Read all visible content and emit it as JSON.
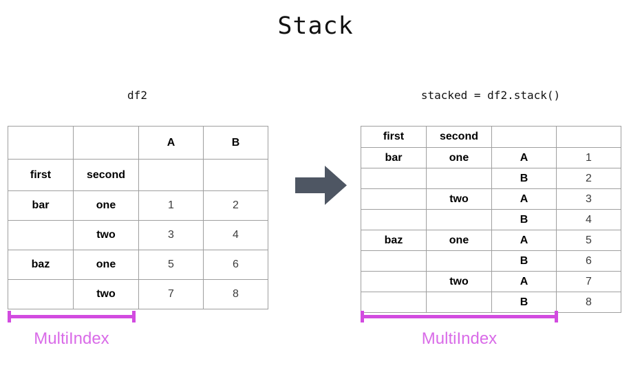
{
  "title": "Stack",
  "left_panel": {
    "caption": "df2",
    "multiindex_label": "MultiIndex"
  },
  "right_panel": {
    "caption": "stacked = df2.stack()",
    "multiindex_label": "MultiIndex"
  },
  "arrow": {
    "icon": "right-arrow-icon",
    "color": "#4e5663"
  },
  "colors": {
    "green": "#44c85a",
    "light_green": "#b6e8b0",
    "blue": "#42a0f5",
    "light_blue": "#b5dbfb",
    "gold": "#f5d000",
    "light_yellow": "#f8e68c",
    "bracket": "#d24be0",
    "multiindex_text": "#d96be8",
    "grid_line": "#9e9e9e"
  },
  "chart_data": {
    "type": "table",
    "title": "Stack",
    "tables": [
      {
        "name": "df2",
        "caption": "df2",
        "index_names": [
          "first",
          "second"
        ],
        "column_headers": [
          "A",
          "B"
        ],
        "rows": [
          {
            "first": "bar",
            "second": "one",
            "A": "1",
            "B": "2"
          },
          {
            "first": "",
            "second": "two",
            "A": "3",
            "B": "4"
          },
          {
            "first": "baz",
            "second": "one",
            "A": "5",
            "B": "6"
          },
          {
            "first": "",
            "second": "two",
            "A": "7",
            "B": "8"
          }
        ]
      },
      {
        "name": "stacked",
        "caption": "stacked = df2.stack()",
        "index_names": [
          "first",
          "second",
          "",
          ""
        ],
        "rows": [
          {
            "first": "bar",
            "second": "one",
            "level": "A",
            "value": "1"
          },
          {
            "first": "",
            "second": "",
            "level": "B",
            "value": "2"
          },
          {
            "first": "",
            "second": "two",
            "level": "A",
            "value": "3"
          },
          {
            "first": "",
            "second": "",
            "level": "B",
            "value": "4"
          },
          {
            "first": "baz",
            "second": "one",
            "level": "A",
            "value": "5"
          },
          {
            "first": "",
            "second": "",
            "level": "B",
            "value": "6"
          },
          {
            "first": "",
            "second": "two",
            "level": "A",
            "value": "7"
          },
          {
            "first": "",
            "second": "",
            "level": "B",
            "value": "8"
          }
        ]
      }
    ]
  },
  "df2_table": {
    "header_row_1": {
      "c1": "",
      "c2": "",
      "A": "A",
      "B": "B"
    },
    "header_row_2": {
      "first": "first",
      "second": "second",
      "A": "",
      "B": ""
    },
    "body": [
      {
        "first": "bar",
        "second": "one",
        "A": "1",
        "B": "2"
      },
      {
        "first": "",
        "second": "two",
        "A": "3",
        "B": "4"
      },
      {
        "first": "baz",
        "second": "one",
        "A": "5",
        "B": "6"
      },
      {
        "first": "",
        "second": "two",
        "A": "7",
        "B": "8"
      }
    ]
  },
  "stacked_table": {
    "header_row": {
      "first": "first",
      "second": "second",
      "c3": "",
      "c4": ""
    },
    "body": [
      {
        "first": "bar",
        "second": "one",
        "level": "A",
        "value": "1"
      },
      {
        "first": "",
        "second": "",
        "level": "B",
        "value": "2"
      },
      {
        "first": "",
        "second": "two",
        "level": "A",
        "value": "3"
      },
      {
        "first": "",
        "second": "",
        "level": "B",
        "value": "4"
      },
      {
        "first": "baz",
        "second": "one",
        "level": "A",
        "value": "5"
      },
      {
        "first": "",
        "second": "",
        "level": "B",
        "value": "6"
      },
      {
        "first": "",
        "second": "two",
        "level": "A",
        "value": "7"
      },
      {
        "first": "",
        "second": "",
        "level": "B",
        "value": "8"
      }
    ]
  }
}
